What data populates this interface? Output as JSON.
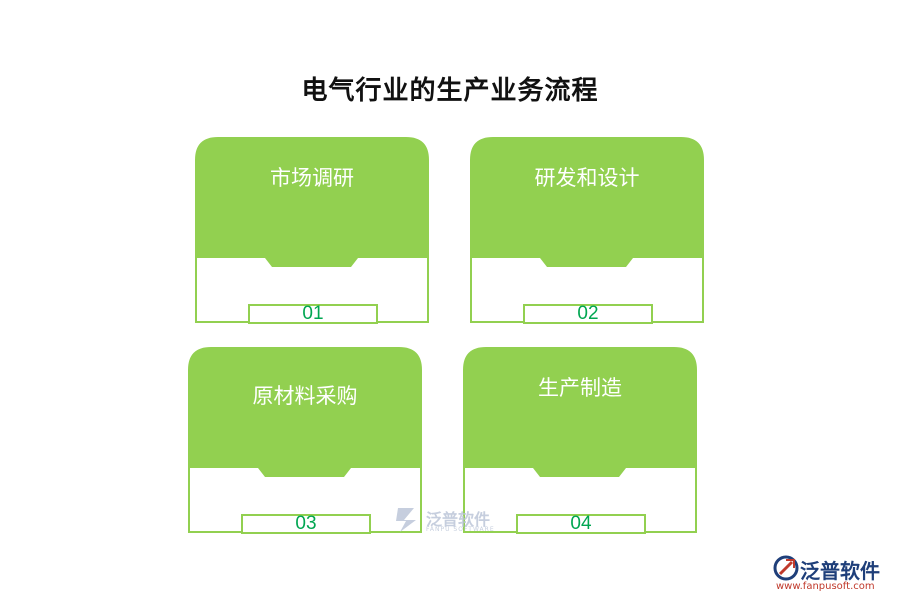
{
  "title": "电气行业的生产业务流程",
  "steps": [
    {
      "label": "市场调研",
      "number": "01"
    },
    {
      "label": "研发和设计",
      "number": "02"
    },
    {
      "label": "原材料采购",
      "number": "03"
    },
    {
      "label": "生产制造",
      "number": "04"
    }
  ],
  "watermark": {
    "name": "泛普软件",
    "sub": "FANPU SOFTWARE"
  },
  "logo": {
    "name": "泛普软件",
    "url": "www.fanpusoft.com"
  },
  "colors": {
    "card_fill": "#92d050",
    "number_text": "#00a651",
    "logo_blue": "#1f3f7a",
    "logo_red": "#c0392b"
  }
}
